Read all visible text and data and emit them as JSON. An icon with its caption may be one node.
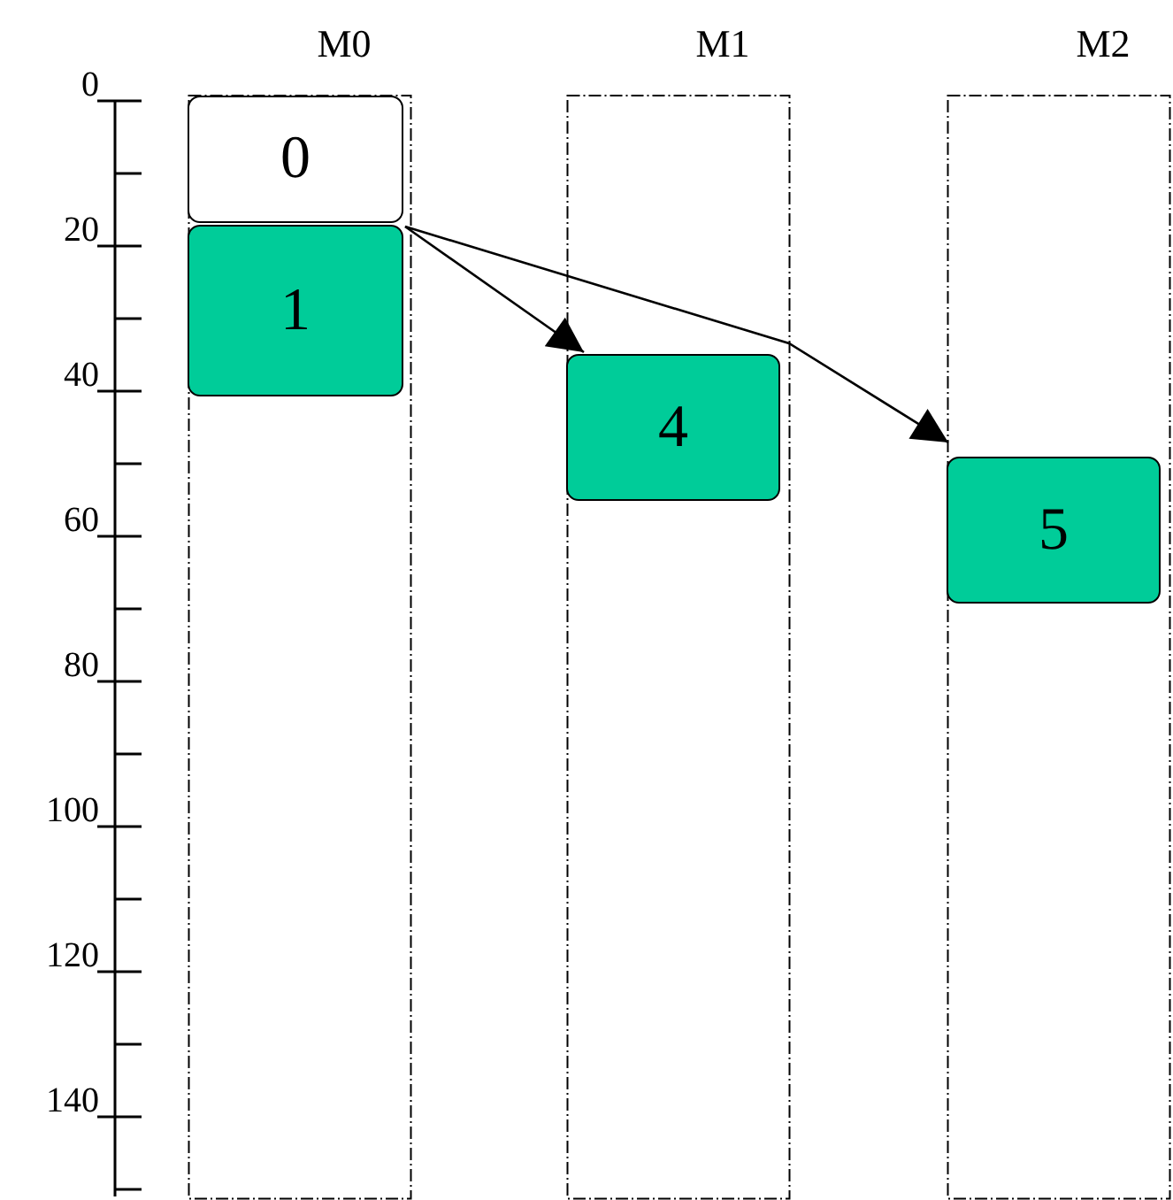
{
  "diagram": {
    "nodes": [
      {
        "text": [
          "M0"
        ]
      },
      {
        "text": [
          "0"
        ],
        "in": 0
      },
      {
        "text": [
          "1"
        ],
        "in": 0
      },
      {
        "text": [
          "M1"
        ]
      },
      {
        "text": [
          "4"
        ],
        "in": 3
      },
      {
        "text": [
          "M2"
        ]
      },
      {
        "text": [
          "5"
        ],
        "in": 5
      }
    ],
    "edges": [
      {
        "from": 2,
        "to": 4,
        "arrow": "to"
      },
      {
        "from": 2,
        "to": 6,
        "arrow": "to"
      }
    ],
    "labels": [
      "0",
      "20",
      "40",
      "60",
      "80",
      "100",
      "120",
      "140"
    ]
  }
}
